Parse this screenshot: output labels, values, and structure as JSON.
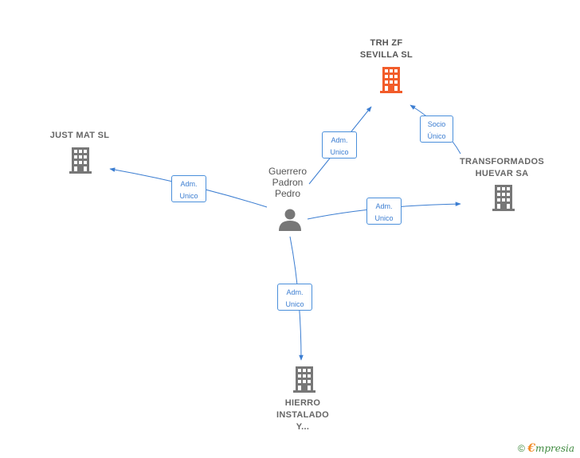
{
  "nodes": {
    "trh": {
      "label_lines": [
        "TRH ZF",
        "SEVILLA  SL"
      ],
      "color": "#f25c2a",
      "icon": "building-icon"
    },
    "justmat": {
      "label_lines": [
        "JUST MAT  SL"
      ],
      "color": "#777777",
      "icon": "building-icon"
    },
    "transformados": {
      "label_lines": [
        "TRANSFORMADOS",
        "HUEVAR SA"
      ],
      "color": "#777777",
      "icon": "building-icon"
    },
    "hierro": {
      "label_lines": [
        "HIERRO",
        "INSTALADO",
        "Y..."
      ],
      "color": "#777777",
      "icon": "building-icon"
    },
    "person": {
      "label_lines": [
        "Guerrero",
        "Padron",
        "Pedro"
      ],
      "color": "#777777",
      "icon": "person-icon"
    }
  },
  "edges": {
    "to_trh": {
      "lines": [
        "Adm.",
        "Unico"
      ]
    },
    "to_justmat": {
      "lines": [
        "Adm.",
        "Unico"
      ]
    },
    "to_transformados": {
      "lines": [
        "Adm.",
        "Unico"
      ]
    },
    "to_hierro": {
      "lines": [
        "Adm.",
        "Unico"
      ]
    },
    "transformados_to_trh": {
      "lines": [
        "Socio",
        "Único"
      ]
    }
  },
  "edge_color": "#3b7dd1",
  "footer": {
    "copyright": "©",
    "brand_e": "€",
    "brand_rest": "mpresia"
  }
}
